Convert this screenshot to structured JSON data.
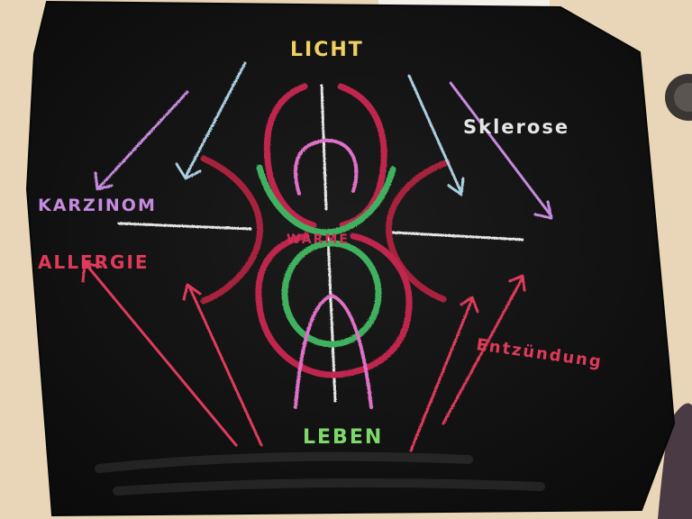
{
  "labels": {
    "top": "LICHT",
    "top_right": "Sklerose",
    "left_upper": "KARZINOM",
    "left_lower": "ALLERGIE",
    "center": "WÄRME",
    "right_lower": "Entzündung",
    "bottom": "LEBEN"
  },
  "colors": {
    "wall": "#e9d6b8",
    "board": "#141414",
    "chalk_white": "#e6e6e6",
    "chalk_blue": "#a9cfe0",
    "chalk_pink": "#e070c8",
    "chalk_red": "#d0305a",
    "chalk_dark_red": "#a8203e",
    "chalk_green": "#3fb25e",
    "chalk_yellow": "#f0d060",
    "chalk_lilac": "#c68be0"
  }
}
